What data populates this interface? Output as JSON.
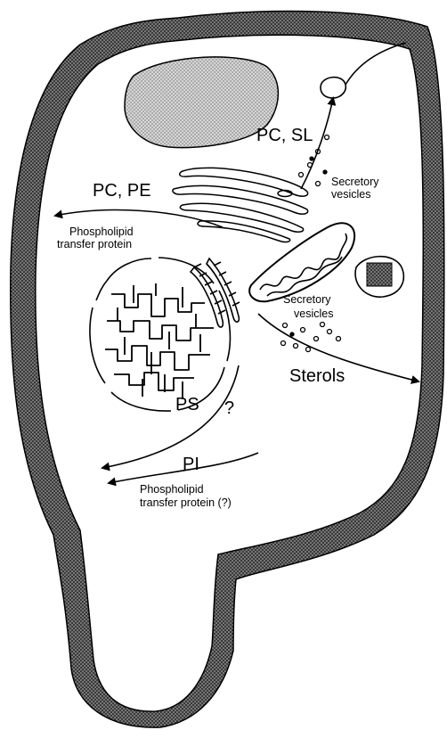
{
  "labels": {
    "pc_sl": "PC, SL",
    "secretory_vesicles_top_1": "Secretory",
    "secretory_vesicles_top_2": "vesicles",
    "pc_pe": "PC, PE",
    "ptp_top_1": "Phospholipid",
    "ptp_top_2": "transfer protein",
    "secretory_vesicles_mid_1": "Secretory",
    "secretory_vesicles_mid_2": "vesicles",
    "sterols": "Sterols",
    "ps": "PS",
    "question": "?",
    "pi": "PI",
    "ptp_bottom_1": "Phospholipid",
    "ptp_bottom_2": "transfer protein (?)"
  }
}
